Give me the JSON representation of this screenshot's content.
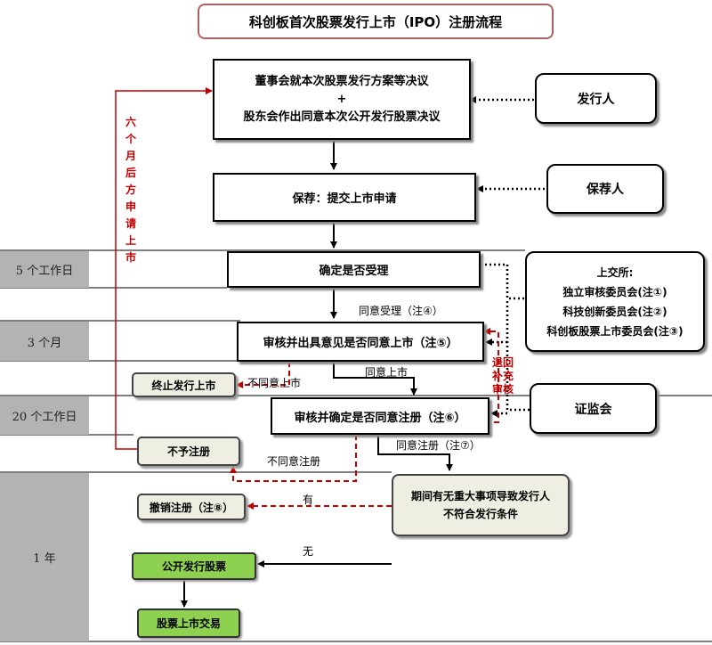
{
  "title": "科创板首次股票发行上市（IPO）注册流程",
  "boxes": {
    "resolution_line1": "董事会就本次股票发行方案等决议",
    "resolution_plus": "+",
    "resolution_line2": "股东会作出同意本次公开发行股票决议",
    "sponsor_submit": "保荐：提交上市申请",
    "accept": "确定是否受理",
    "review_opinion": "审核并出具意见是否同意上市（注⑤）",
    "review_register": "审核并确定是否同意注册（注⑥）",
    "major_event_line1": "期间有无重大事项导致发行人",
    "major_event_line2": "不符合发行条件"
  },
  "parties": {
    "issuer": "发行人",
    "sponsor": "保荐人",
    "exchange_title": "上交所:",
    "exchange_items": [
      "独立审核委员会(注①)",
      "科技创新委员会(注②)",
      "科创板股票上市委员会(注③)"
    ],
    "csrc": "证监会"
  },
  "outcomes": {
    "terminate": "终止发行上市",
    "not_register": "不予注册",
    "revoke": "撤销注册（注⑧）",
    "public_issue": "公开发行股票",
    "listing_trade": "股票上市交易"
  },
  "periods": [
    "5 个工作日",
    "3 个月",
    "20 个工作日",
    "1 年"
  ],
  "labels": {
    "accept_yes": "同意受理（注④）",
    "agree_list": "同意上市",
    "disagree_list": "不同意上市",
    "agree_register": "同意注册（注⑦）",
    "disagree_register": "不同意注册",
    "has": "有",
    "none": "无",
    "six_months": "六个月后方申请上市",
    "return_supplement": "退回补充审核"
  },
  "colors": {
    "red": "#c00000",
    "green_box": "#8ed04f",
    "beige_box": "#efeee2",
    "period_gray": "#b3b3b3",
    "title_border": "#b06060"
  }
}
